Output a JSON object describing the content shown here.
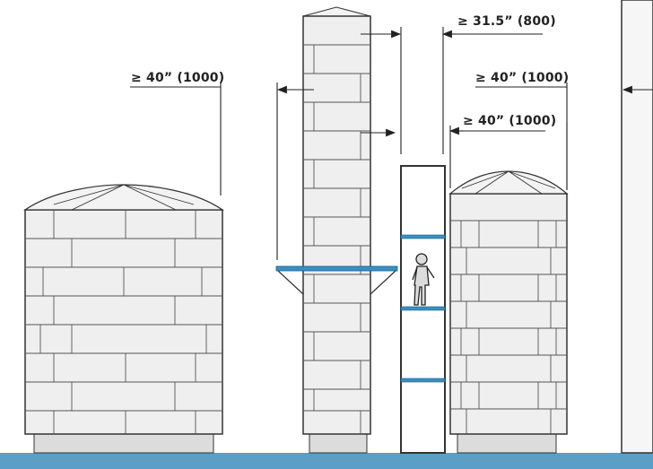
{
  "dimensions": {
    "left_silo_clearance": "≥ 40” (1000)",
    "tall_silo_to_tower": "≥ 31.5” (800)",
    "right_silo_to_wall": "≥ 40” (1000)",
    "right_silo_to_tower": "≥ 40” (1000)"
  },
  "colors": {
    "ground": "#5b9ec6",
    "platform": "#3a8fc3",
    "block_fill": "#efefef",
    "line": "#333333"
  },
  "icons": [
    "person-figure"
  ]
}
